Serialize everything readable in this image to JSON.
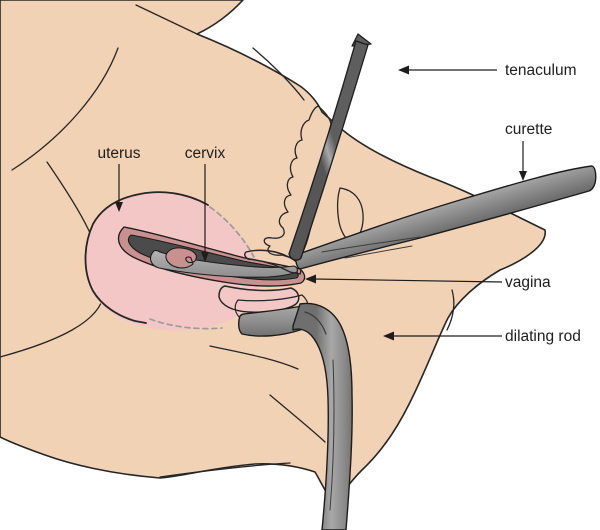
{
  "figure": {
    "description": "Medical illustration of a dilation and curettage (D&C) procedure, sagittal cross-section of the female pelvis with surgical instruments in place",
    "background": "#ffffff"
  },
  "colors": {
    "skin": "#F2D2B4",
    "skin_fold": "#DCA87D",
    "uterus_pink": "#F2C7C6",
    "lining_mauve": "#C8908F",
    "cavity_dark": "#4B4B4B",
    "instrument_dark": "#4a4a4a",
    "instrument_mid": "#9a9a9a",
    "instrument_light": "#c6c6c6",
    "instrument_shadow": "#686868",
    "outline": "#262626",
    "dashed_line": "#9b9b9b",
    "label_text": "#1d1d1d"
  },
  "labels": {
    "uterus": {
      "text": "uterus"
    },
    "cervix": {
      "text": "cervix"
    },
    "tenaculum": {
      "text": "tenaculum"
    },
    "curette": {
      "text": "curette"
    },
    "vagina": {
      "text": "vagina"
    },
    "dilating_rod": {
      "text": "dilating rod"
    }
  }
}
